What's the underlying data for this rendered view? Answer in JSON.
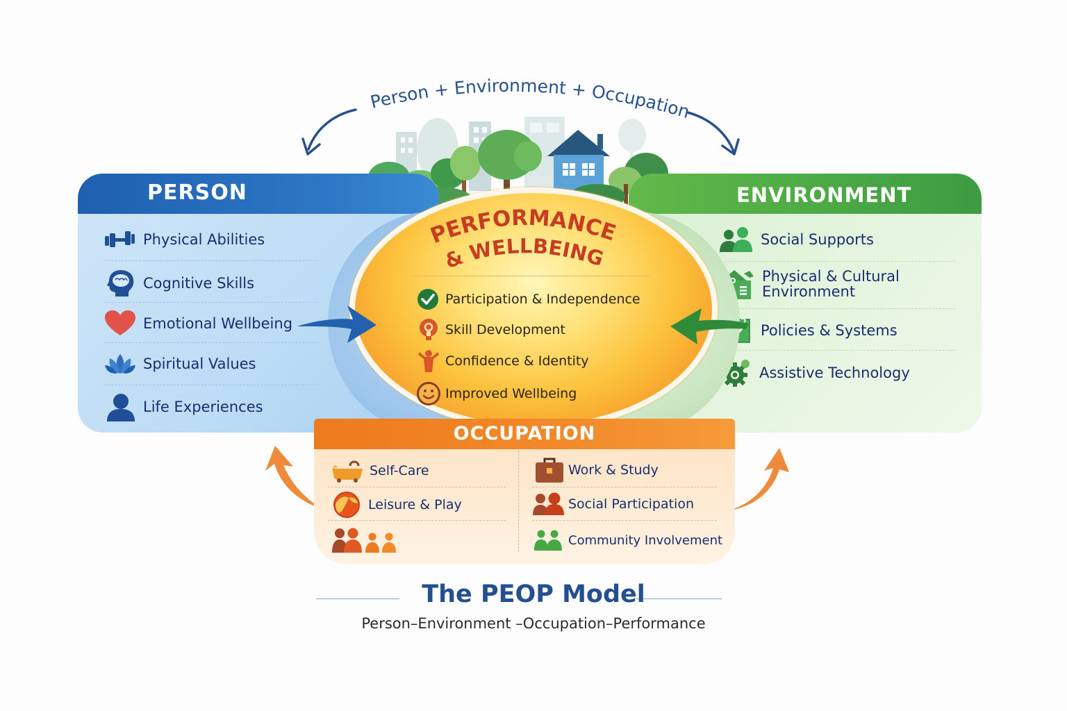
{
  "tagline": "Person + Environment + Occupation",
  "person": {
    "title": "PERSON",
    "color": "#1f5fb0",
    "items": [
      {
        "label": "Physical Abilities",
        "icon": "dumbbell-icon"
      },
      {
        "label": "Cognitive Skills",
        "icon": "brain-head-icon"
      },
      {
        "label": "Emotional Wellbeing",
        "icon": "heart-icon"
      },
      {
        "label": "Spiritual Values",
        "icon": "lotus-icon"
      },
      {
        "label": "Life Experiences",
        "icon": "person-icon"
      }
    ]
  },
  "environment": {
    "title": "ENVIRONMENT",
    "color": "#4aa845",
    "items": [
      {
        "label": "Social Supports",
        "icon": "two-people-icon"
      },
      {
        "label_line1": "Physical & Cultural",
        "label_line2": "Environment",
        "icon": "house-icon"
      },
      {
        "label": "Policies & Systems",
        "icon": "checklist-icon"
      },
      {
        "label": "Assistive Technology",
        "icon": "gear-icon"
      }
    ]
  },
  "center": {
    "title_line1": "PERFORMANCE",
    "title_line2": "& WELLBEING",
    "title_color": "#c63d22",
    "items": [
      {
        "label": "Participation & Independence",
        "icon": "check-circle-icon"
      },
      {
        "label": "Skill Development",
        "icon": "lightbulb-icon"
      },
      {
        "label": "Confidence & Identity",
        "icon": "cheering-person-icon"
      },
      {
        "label": "Improved Wellbeing",
        "icon": "smiley-icon"
      }
    ]
  },
  "occupation": {
    "title": "OCCUPATION",
    "color": "#ee7a1e",
    "left_items": [
      {
        "label": "Self-Care",
        "icon": "bathtub-icon"
      },
      {
        "label": "Leisure & Play",
        "icon": "beach-ball-icon"
      },
      {
        "label": "",
        "icon": "family-group-icon"
      }
    ],
    "right_items": [
      {
        "label": "Work & Study",
        "icon": "briefcase-icon"
      },
      {
        "label": "Social Participation",
        "icon": "two-people-icon"
      },
      {
        "label": "Community Involvement",
        "icon": "community-icon"
      }
    ]
  },
  "footer": {
    "title": "The PEOP Model",
    "subtitle": "Person–Environment –Occupation–Performance"
  }
}
